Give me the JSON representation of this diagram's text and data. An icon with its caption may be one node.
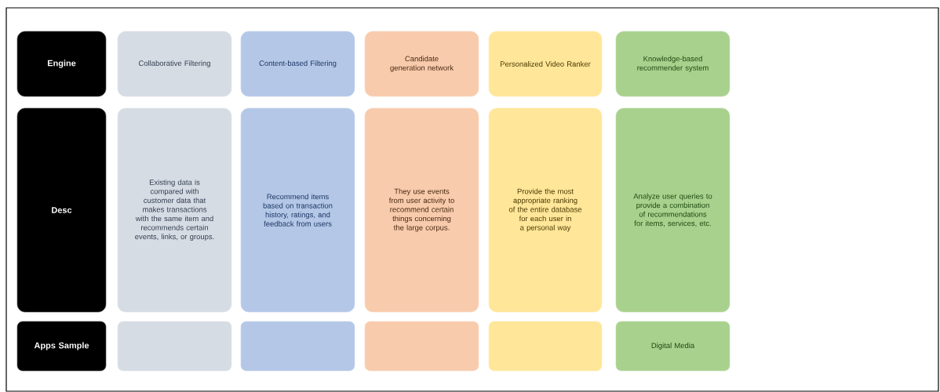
{
  "diagram": {
    "nodes": [
      {
        "text": [
          "Engine"
        ]
      },
      {
        "text": [
          "Collaborative Filtering"
        ]
      },
      {
        "text": [
          "Content-based Filtering"
        ]
      },
      {
        "text": [
          "Candidate generation network"
        ]
      },
      {
        "text": [
          "Personalized Video Ranker"
        ]
      },
      {
        "text": [
          "Knowledge-based recommender system"
        ]
      },
      {
        "text": [
          "Desc"
        ]
      },
      {
        "text": [
          "Existing data is compared with customer data that makes transactions with the same item and recommends certain events, links, or groups."
        ]
      },
      {
        "text": [
          "Recommend items based on transaction history, ratings, and feedback from users"
        ]
      },
      {
        "text": [
          "They use events from user activity to recommend certain things concerning the large corpus."
        ]
      },
      {
        "text": [
          "Provide the most appropriate ranking of the entire database for each user in a personal way"
        ]
      },
      {
        "text": [
          "Analyze user queries to provide a combination of recommendations for items, services, etc."
        ]
      },
      {
        "text": [
          "Apps Sample"
        ]
      },
      {
        "text": [],
        "shape": "box"
      },
      {
        "text": [],
        "shape": "box"
      },
      {
        "text": [],
        "shape": "box"
      },
      {
        "text": [],
        "shape": "box"
      },
      {
        "text": [
          "Digital Media"
        ]
      }
    ]
  }
}
